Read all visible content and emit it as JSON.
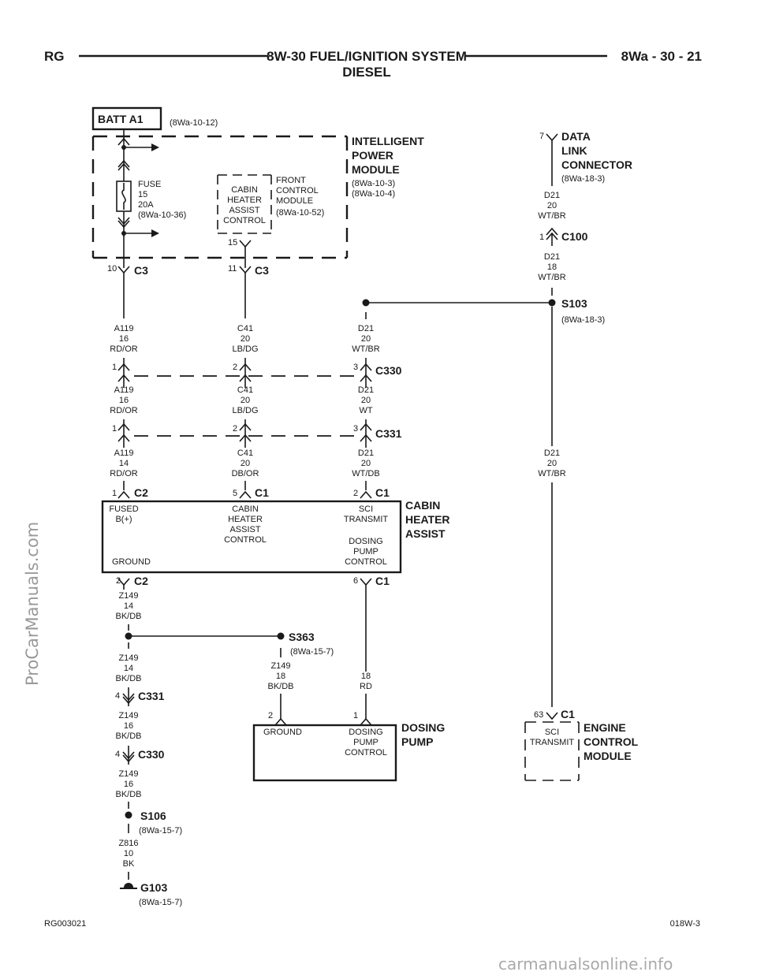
{
  "header": {
    "left": "RG",
    "title_line1": "8W-30 FUEL/IGNITION SYSTEM",
    "title_line2": "DIESEL",
    "right": "8Wa - 30 - 21"
  },
  "footer": {
    "left": "RG003021",
    "right": "018W-3"
  },
  "watermarks": {
    "side": "ProCarManuals.com",
    "bottom": "carmanualsonline.info"
  },
  "batt": {
    "label": "BATT A1",
    "ref": "(8Wa-10-12)"
  },
  "ipm": {
    "title": [
      "INTELLIGENT",
      "POWER",
      "MODULE"
    ],
    "refs": [
      "(8Wa-10-3)",
      "(8Wa-10-4)"
    ],
    "fuse": [
      "FUSE",
      "15",
      "20A",
      "(8Wa-10-36)"
    ],
    "chac": [
      "CABIN",
      "HEATER",
      "ASSIST",
      "CONTROL"
    ],
    "chac_pin": "15",
    "fcm": [
      "FRONT",
      "CONTROL",
      "MODULE",
      "(8Wa-10-52)"
    ],
    "c3_left_pin": "10",
    "c3_right_pin": "11",
    "c3": "C3"
  },
  "dlc": {
    "pin": "7",
    "title": [
      "DATA",
      "LINK",
      "CONNECTOR"
    ],
    "ref": "(8Wa-18-3)"
  },
  "c100": {
    "pin": "1",
    "label": "C100"
  },
  "s103": {
    "label": "S103",
    "ref": "(8Wa-18-3)"
  },
  "c330": {
    "label": "C330",
    "pins": [
      "1",
      "2",
      "3"
    ]
  },
  "c331": {
    "label": "C331",
    "pins": [
      "1",
      "2",
      "3"
    ]
  },
  "wires": {
    "dlc_out": [
      "D21",
      "20",
      "WT/BR"
    ],
    "c100_out": [
      "D21",
      "18",
      "WT/BR"
    ],
    "a119_top": [
      "A119",
      "16",
      "RD/OR"
    ],
    "c41_top": [
      "C41",
      "20",
      "LB/DG"
    ],
    "d21_top": [
      "D21",
      "20",
      "WT/BR"
    ],
    "a119_mid": [
      "A119",
      "16",
      "RD/OR"
    ],
    "c41_mid": [
      "C41",
      "20",
      "LB/DG"
    ],
    "d21_mid": [
      "D21",
      "20",
      "WT"
    ],
    "a119_bot": [
      "A119",
      "14",
      "RD/OR"
    ],
    "c41_bot": [
      "C41",
      "20",
      "DB/OR"
    ],
    "d21_bot": [
      "D21",
      "20",
      "WT/DB"
    ],
    "d21_right": [
      "D21",
      "20",
      "WT/BR"
    ],
    "z149_a": [
      "Z149",
      "14",
      "BK/DB"
    ],
    "z149_b": [
      "Z149",
      "14",
      "BK/DB"
    ],
    "z149_s363": [
      "Z149",
      "18",
      "BK/DB"
    ],
    "z149_c": [
      "Z149",
      "16",
      "BK/DB"
    ],
    "z149_d": [
      "Z149",
      "16",
      "BK/DB"
    ],
    "z816": [
      "Z816",
      "10",
      "BK"
    ],
    "rd18": [
      "18",
      "RD"
    ]
  },
  "cha": {
    "title": [
      "CABIN",
      "HEATER",
      "ASSIST"
    ],
    "c2_pin": "1",
    "c2": "C2",
    "c1_pin5": "5",
    "c1a": "C1",
    "c1_pin2": "2",
    "c1b": "C1",
    "fused": [
      "FUSED",
      "B(+)"
    ],
    "control": [
      "CABIN",
      "HEATER",
      "ASSIST",
      "CONTROL"
    ],
    "sci": [
      "SCI",
      "TRANSMIT"
    ],
    "dosing": [
      "DOSING",
      "PUMP",
      "CONTROL"
    ],
    "ground": "GROUND",
    "c2_gnd_pin": "2",
    "c2_gnd": "C2",
    "c1_pin6": "6",
    "c1c": "C1"
  },
  "s363": {
    "label": "S363",
    "ref": "(8Wa-15-7)"
  },
  "c331_z": {
    "pin": "4",
    "label": "C331"
  },
  "c330_z": {
    "pin": "4",
    "label": "C330"
  },
  "s106": {
    "label": "S106",
    "ref": "(8Wa-15-7)"
  },
  "g103": {
    "label": "G103",
    "ref": "(8Wa-15-7)"
  },
  "pump": {
    "title": [
      "DOSING",
      "PUMP"
    ],
    "pin2": "2",
    "pin1": "1",
    "ground": "GROUND",
    "control": [
      "DOSING",
      "PUMP",
      "CONTROL"
    ]
  },
  "ecm": {
    "pin": "63",
    "conn": "C1",
    "sci": [
      "SCI",
      "TRANSMIT"
    ],
    "title": [
      "ENGINE",
      "CONTROL",
      "MODULE"
    ]
  }
}
